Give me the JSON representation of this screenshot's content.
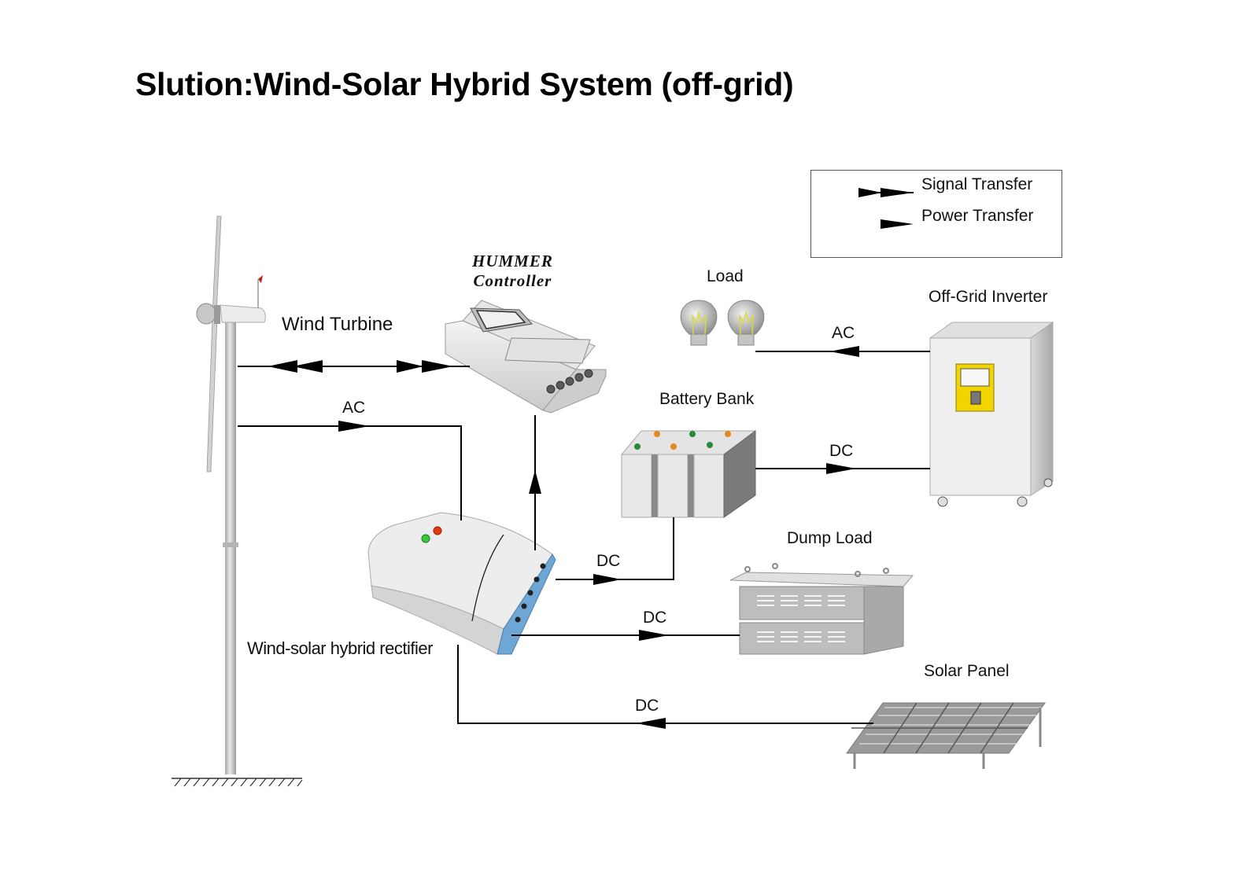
{
  "title": "Slution:Wind-Solar Hybrid System (off-grid)",
  "legend": {
    "items": [
      {
        "label": "Signal Transfer",
        "symbol": "double-arrow"
      },
      {
        "label": "Power Transfer",
        "symbol": "single-arrow"
      }
    ]
  },
  "components": {
    "wind_turbine": "Wind Turbine",
    "controller": {
      "line1": "HUMMER",
      "line2": "Controller"
    },
    "load": "Load",
    "inverter": "Off-Grid Inverter",
    "battery": "Battery Bank",
    "dump_load": "Dump Load",
    "rectifier": "Wind-solar hybrid rectifier",
    "solar_panel": "Solar Panel"
  },
  "connections": [
    {
      "from": "Wind Turbine",
      "to": "HUMMER Controller",
      "type": "signal",
      "label": ""
    },
    {
      "from": "Wind Turbine",
      "to": "Wind-solar hybrid rectifier",
      "type": "power",
      "label": "AC"
    },
    {
      "from": "Wind-solar hybrid rectifier",
      "to": "HUMMER Controller",
      "type": "power",
      "label": ""
    },
    {
      "from": "Wind-solar hybrid rectifier",
      "to": "Battery Bank",
      "type": "power",
      "label": "DC"
    },
    {
      "from": "Wind-solar hybrid rectifier",
      "to": "Dump Load",
      "type": "power",
      "label": "DC"
    },
    {
      "from": "Solar Panel",
      "to": "Wind-solar hybrid rectifier",
      "type": "power",
      "label": "DC"
    },
    {
      "from": "Battery Bank",
      "to": "Off-Grid Inverter",
      "type": "power",
      "label": "DC"
    },
    {
      "from": "Off-Grid Inverter",
      "to": "Load",
      "type": "power",
      "label": "AC"
    }
  ],
  "colors": {
    "line": "#000000",
    "inverter_panel": "#f2d400",
    "rectifier_side": "#6ea6d6",
    "led_green": "#3cc83c",
    "led_red": "#e03a10",
    "terminal_orange": "#e08a20",
    "terminal_green": "#2a8a3a"
  }
}
